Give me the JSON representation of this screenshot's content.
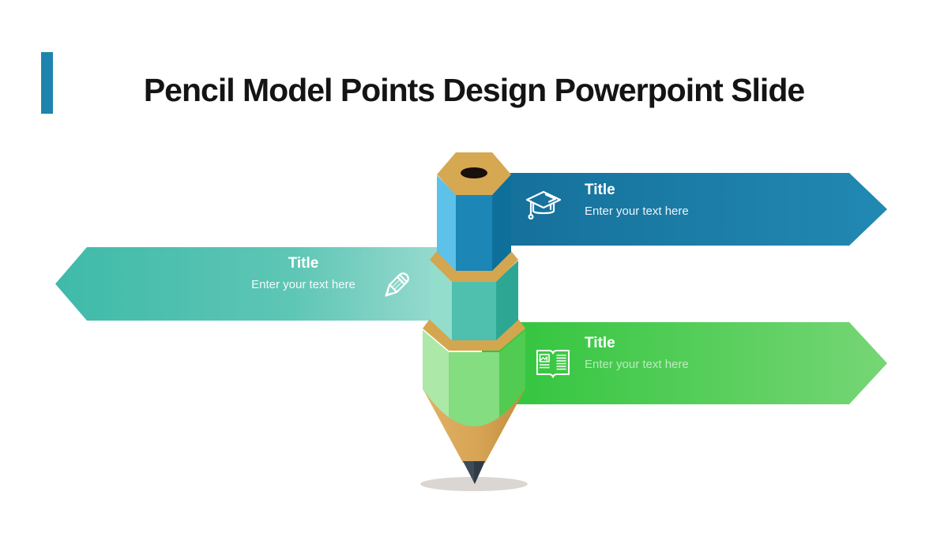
{
  "header": {
    "title": "Pencil Model Points Design Powerpoint Slide",
    "accent_color": "#1e84ad"
  },
  "banners": {
    "top": {
      "title": "Title",
      "subtitle": "Enter your text here",
      "icon": "graduation-cap-icon",
      "direction": "right",
      "color_start": "#156f99",
      "color_end": "#2189b3"
    },
    "middle": {
      "title": "Title",
      "subtitle": "Enter your text here",
      "icon": "pencil-icon",
      "direction": "left",
      "color_start": "#3fbaa9",
      "color_end": "#a9e0d7"
    },
    "bottom": {
      "title": "Title",
      "subtitle": "Enter your text here",
      "icon": "open-book-icon",
      "direction": "right",
      "color_start": "#2fc43b",
      "color_end": "#76d675"
    }
  },
  "pencil": {
    "top_face_color": "#d5a851",
    "band_color": "#d4a64f",
    "segments": [
      {
        "name": "top",
        "front_color": "#1c86b6",
        "left_color": "#5dc1e9",
        "right_color": "#0f6f9b"
      },
      {
        "name": "middle",
        "front_color": "#50c0ae",
        "left_color": "#93ddcd",
        "right_color": "#2da794"
      },
      {
        "name": "bottom",
        "front_color": "#84dd80",
        "left_color": "#ace8a7",
        "right_color": "#51cb51"
      }
    ],
    "wood_color": "#d7a354",
    "wood_shade_color": "#c08d3e",
    "graphite_color": "#2f3b46",
    "shadow_color": "#dbd6d2"
  }
}
